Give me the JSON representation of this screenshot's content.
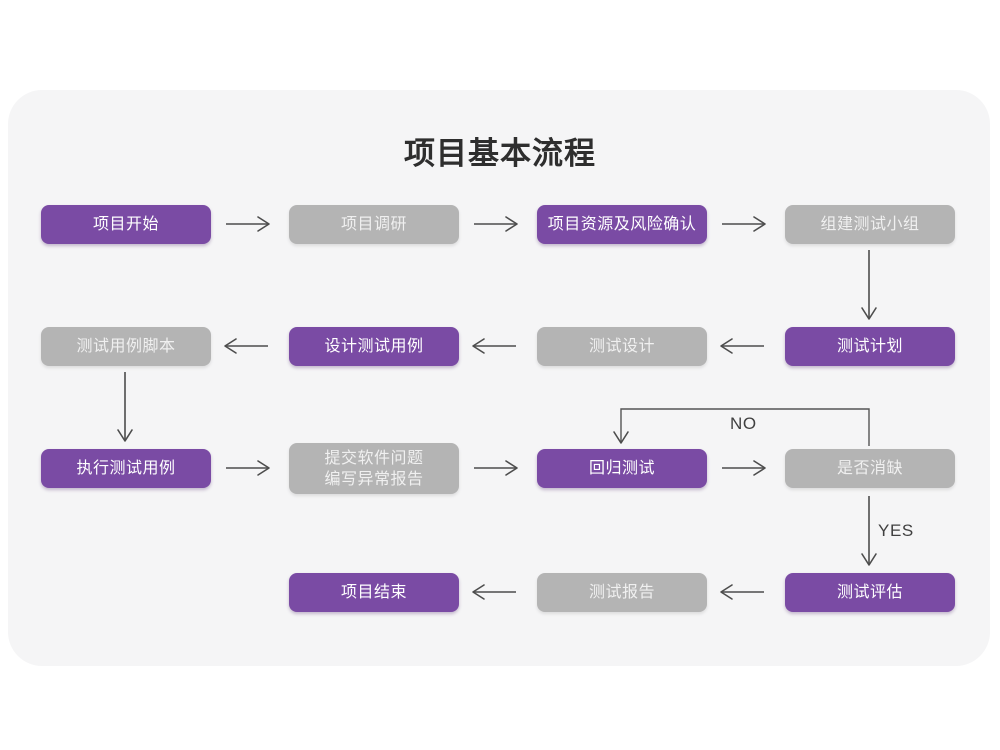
{
  "diagram": {
    "title": "项目基本流程",
    "colors": {
      "purple": "#7a4ba4",
      "gray": "#b4b4b4",
      "panel": "#f5f5f6",
      "background": "#ffffff",
      "connector": "#4d4d4d"
    },
    "nodes": [
      {
        "id": "n1",
        "label": "项目开始",
        "style": "purple"
      },
      {
        "id": "n2",
        "label": "项目调研",
        "style": "gray"
      },
      {
        "id": "n3",
        "label": "项目资源及风险确认",
        "style": "purple"
      },
      {
        "id": "n4",
        "label": "组建测试小组",
        "style": "gray"
      },
      {
        "id": "n5",
        "label": "测试计划",
        "style": "purple"
      },
      {
        "id": "n6",
        "label": "测试设计",
        "style": "gray"
      },
      {
        "id": "n7",
        "label": "设计测试用例",
        "style": "purple"
      },
      {
        "id": "n8",
        "label": "测试用例脚本",
        "style": "gray"
      },
      {
        "id": "n9",
        "label": "执行测试用例",
        "style": "purple"
      },
      {
        "id": "n10",
        "label": "提交软件问题\n编写异常报告",
        "style": "gray"
      },
      {
        "id": "n11",
        "label": "回归测试",
        "style": "purple"
      },
      {
        "id": "n12",
        "label": "是否消缺",
        "style": "gray"
      },
      {
        "id": "n13",
        "label": "测试评估",
        "style": "purple"
      },
      {
        "id": "n14",
        "label": "测试报告",
        "style": "gray"
      },
      {
        "id": "n15",
        "label": "项目结束",
        "style": "purple"
      }
    ],
    "edge_labels": {
      "no": "NO",
      "yes": "YES"
    }
  }
}
